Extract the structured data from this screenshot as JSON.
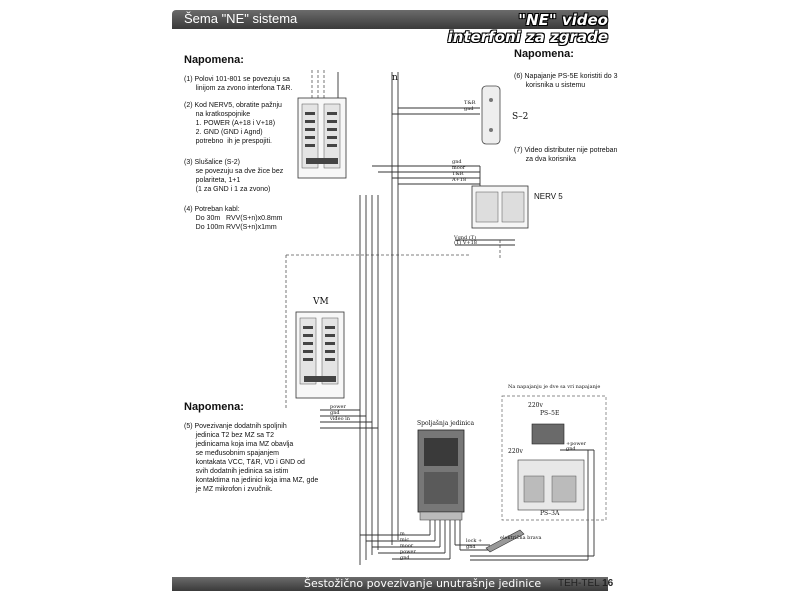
{
  "header": {
    "title": "Šema \"NE\" sistema",
    "brand_line1": "\"NE\" video",
    "brand_line2": "interfoni za zgrade"
  },
  "notes_left_top": {
    "heading": "Napomena:",
    "n1": "(1) Polovi 101-801 se povezuju sa\n      linijom za zvono interfona T&R.",
    "n2": "(2) Kod NERV5, obratite pažnju\n      na kratkospojnike\n      1. POWER (A+18 i V+18)\n      2. GND (GND i Agnd)\n      potrebno  ih je prespojiti.",
    "n3": "(3) Slušalice (S-2)\n      se povezuju sa dve žice bez\n      polariteta, 1+1\n      (1 za GND i 1 za zvono)",
    "n4": "(4) Potreban kabl:\n      Do 30m   RVV(S+n)x0.8mm\n      Do 100m RVV(S+n)x1mm"
  },
  "notes_right": {
    "heading": "Napomena:",
    "n6": "(6) Napajanje PS-5E koristiti do 3\n      korisnika u sistemu",
    "n7": "(7) Video distributer nije potreban\n      za dva korisnika"
  },
  "notes_left_bottom": {
    "heading": "Napomena:",
    "n5": "(5) Povezivanje dodatnih spoljnih\n      jedinica T2 bez MZ sa T2\n      jedinicama koja ima MZ obavlja\n      se međusobnim spajanjem\n      kontakata VCC, T&R, VD i GND od\n      svih dodatnih jedinica sa istim\n      kontaktima na jedinici koja ima MZ, gde\n      je MZ mikrofon i zvučnik."
  },
  "diagram": {
    "label_n": "n",
    "label_s2": "S–2",
    "label_nerv5": "NERV 5",
    "label_vm": "VM",
    "label_spoljna": "Spoljašnja jedinica",
    "label_ps_note": "Na napajanju je dve sa vri napajanje",
    "label_ps5e": "PS–5E",
    "label_ps3a": "PS–3A",
    "label_220": "220v",
    "label_220b": "220v",
    "label_brava": "električna brava",
    "wires_s2": [
      "T&R",
      "gnd"
    ],
    "wires_nerv": [
      "gnd",
      "moor",
      "T&R",
      "A+18"
    ],
    "wires_nerv_out": [
      "Vgnd (T)",
      "(T) V+18"
    ],
    "wires_vm": [
      "power",
      "gnd",
      "video in"
    ],
    "wires_bottom": [
      "m",
      "mic",
      "moor",
      "power",
      "gnd"
    ],
    "wires_lock": [
      "lock +",
      "gnd"
    ],
    "wires_ps": [
      "+power",
      "gnd"
    ]
  },
  "footer": {
    "title": "Šestožično povezivanje unutrašnje jedinice",
    "brand": "TEH-TEL",
    "page": "16"
  }
}
